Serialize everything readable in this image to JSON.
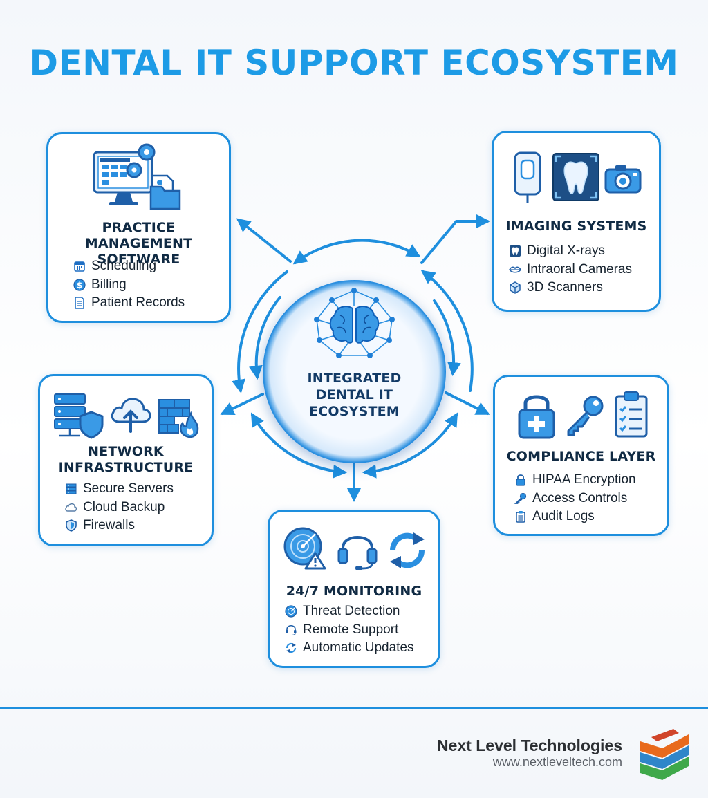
{
  "title": "DENTAL IT SUPPORT ECOSYSTEM",
  "hub": {
    "title": "INTEGRATED DENTAL IT ECOSYSTEM",
    "icon": "brain-network-icon"
  },
  "cards": {
    "practice": {
      "title": "PRACTICE MANAGEMENT SOFTWARE",
      "icons": [
        "computer-gears-icon",
        "folder-profile-icon"
      ],
      "items": [
        {
          "label": "Scheduling",
          "icon": "calendar-icon"
        },
        {
          "label": "Billing",
          "icon": "dollar-coin-icon"
        },
        {
          "label": "Patient Records",
          "icon": "document-icon"
        }
      ]
    },
    "imaging": {
      "title": "IMAGING SYSTEMS",
      "icons": [
        "xray-sensor-icon",
        "tooth-xray-icon",
        "camera-icon"
      ],
      "items": [
        {
          "label": "Digital X-rays",
          "icon": "tooth-icon"
        },
        {
          "label": "Intraoral Cameras",
          "icon": "lips-icon"
        },
        {
          "label": "3D Scanners",
          "icon": "cube-icon"
        }
      ]
    },
    "network": {
      "title": "NETWORK INFRASTRUCTURE",
      "icons": [
        "server-shield-icon",
        "cloud-upload-icon",
        "firewall-icon"
      ],
      "items": [
        {
          "label": "Secure Servers",
          "icon": "server-icon"
        },
        {
          "label": "Cloud Backup",
          "icon": "cloud-icon"
        },
        {
          "label": "Firewalls",
          "icon": "shield-icon"
        }
      ]
    },
    "compliance": {
      "title": "COMPLIANCE LAYER",
      "icons": [
        "padlock-medical-icon",
        "key-icon",
        "clipboard-checklist-icon"
      ],
      "items": [
        {
          "label": "HIPAA Encryption",
          "icon": "lock-icon"
        },
        {
          "label": "Access Controls",
          "icon": "key-icon"
        },
        {
          "label": "Audit Logs",
          "icon": "clipboard-icon"
        }
      ]
    },
    "monitoring": {
      "title": "24/7 MONITORING",
      "icons": [
        "radar-alert-icon",
        "headset-icon",
        "refresh-icon"
      ],
      "items": [
        {
          "label": "Threat Detection",
          "icon": "radar-icon"
        },
        {
          "label": "Remote Support",
          "icon": "headset-icon"
        },
        {
          "label": "Automatic Updates",
          "icon": "refresh-icon"
        }
      ]
    }
  },
  "footer": {
    "company": "Next Level Technologies",
    "url": "www.nextleveltech.com",
    "logo": "layered-chevron-logo"
  },
  "colors": {
    "accent": "#1e8fde",
    "dark_blue": "#0f63c9",
    "text": "#17232f"
  }
}
